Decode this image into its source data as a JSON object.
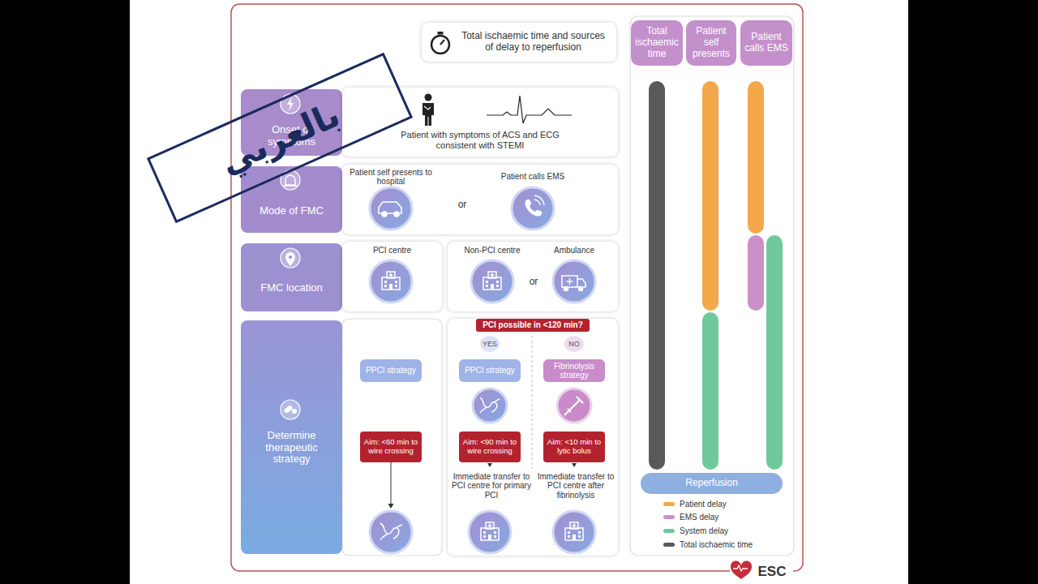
{
  "diagram": {
    "nodes": [
      {
        "text": [
          "Total ischaemic time and sources of delay to reperfusion"
        ]
      },
      {
        "text": [
          "Total ischaemic time"
        ]
      },
      {
        "text": [
          "Patient self presents"
        ]
      },
      {
        "text": [
          "Patient calls EMS"
        ]
      },
      {
        "text": [
          "Onset of symptoms"
        ]
      },
      {
        "text": [
          "Patient with symptoms of ACS and ECG consistent with STEMI"
        ]
      },
      {
        "text": [
          "Mode of FMC"
        ]
      },
      {
        "text": [
          "Patient self presents to hospital",
          "or",
          "Patient calls EMS"
        ]
      },
      {
        "text": [
          "FMC location"
        ]
      },
      {
        "text": [
          "PCI centre"
        ]
      },
      {
        "text": [
          "Non-PCI centre",
          "or",
          "Ambulance"
        ]
      },
      {
        "text": [
          "Determine therapeutic strategy"
        ]
      },
      {
        "text": [
          "PPCI strategy"
        ]
      },
      {
        "text": [
          "Aim: <60 min to wire crossing"
        ]
      },
      {
        "text": [
          "Immediate transfer to PCI centre for primary PCI",
          "Immediate transfer to PCI centre after fibrinolysis"
        ]
      },
      {
        "text": [
          "PCI possible in <120 min?"
        ],
        "in": 14
      },
      {
        "text": [
          "YES"
        ],
        "in": 14
      },
      {
        "text": [
          "NO"
        ],
        "in": 14
      },
      {
        "text": [
          "PPCI strategy"
        ],
        "in": 14
      },
      {
        "text": [
          "Fibrinolysis strategy"
        ],
        "in": 14
      },
      {
        "text": [
          "Aim: <90 min to wire crossing"
        ],
        "in": 14
      },
      {
        "text": [
          "Aim: <10 min to lytic bolus"
        ],
        "in": 14
      },
      {
        "text": [
          "Reperfusion"
        ]
      }
    ],
    "labels": [
      "بالعربي",
      "ESC"
    ],
    "legend": [
      {
        "text": "Patient delay",
        "color": "#f5a74b"
      },
      {
        "text": "EMS delay",
        "color": "#cc90c9"
      },
      {
        "text": "System delay",
        "color": "#70c99c"
      },
      {
        "text": "Total ischaemic time",
        "color": "#58595b"
      }
    ]
  }
}
